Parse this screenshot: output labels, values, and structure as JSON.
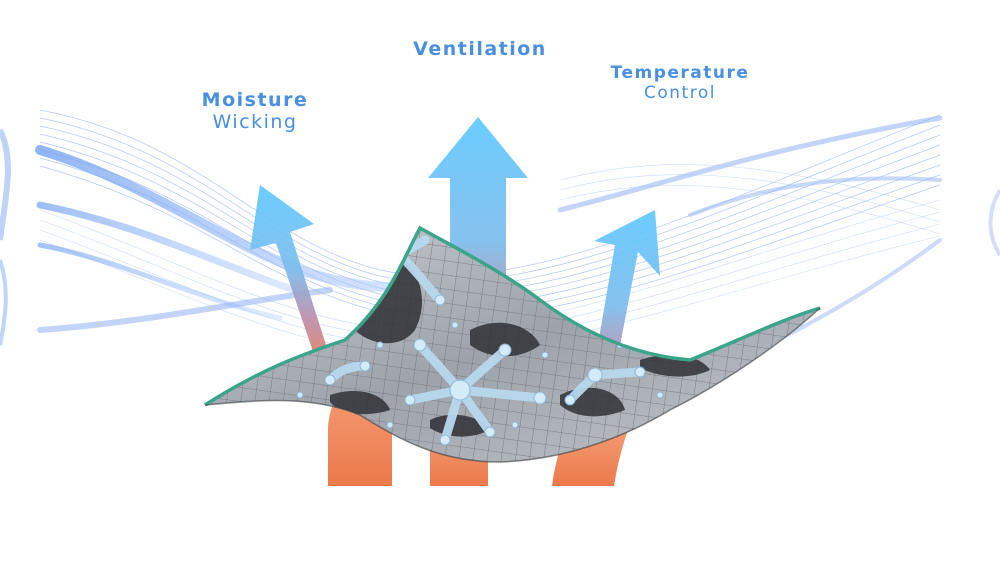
{
  "labels": {
    "moisture_line1": "Moisture",
    "moisture_line2": "Wicking",
    "ventilation": "Ventilation",
    "temperature_line1": "Temperature",
    "temperature_line2": "Control"
  },
  "colors": {
    "label_blue": "#4a8fe0",
    "arrow_blue": "#5ec8ff",
    "heat_orange": "#ec7a4a",
    "fabric_edge": "#3aa58a",
    "wave_blue": "#6f9ff0"
  }
}
